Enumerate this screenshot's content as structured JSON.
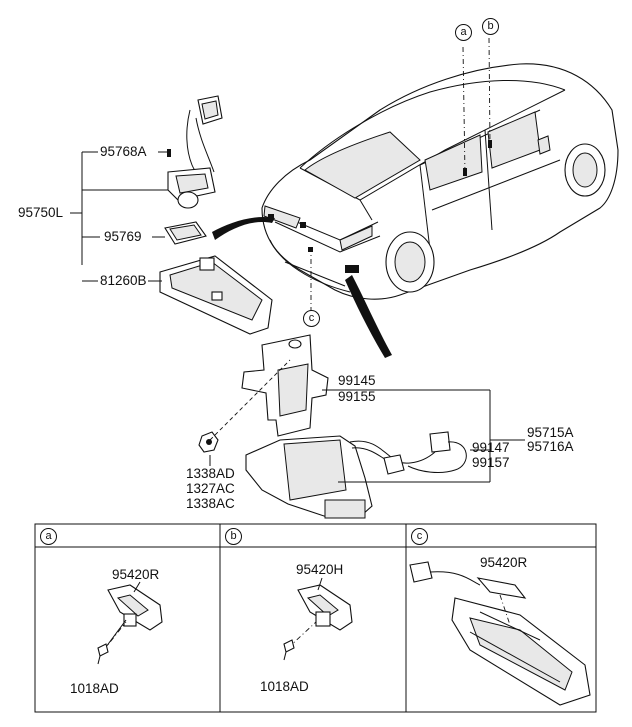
{
  "callouts": {
    "a": "a",
    "b": "b",
    "c": "c"
  },
  "parts": {
    "p95768A": "95768A",
    "p95750L": "95750L",
    "p95769": "95769",
    "p81260B": "81260B",
    "p99145": "99145",
    "p99155": "99155",
    "p95715A": "95715A",
    "p95716A": "95716A",
    "p99147": "99147",
    "p99157": "99157",
    "p1338AD": "1338AD",
    "p1327AC": "1327AC",
    "p1338AC": "1338AC"
  },
  "detail_panels": [
    {
      "tag": "a",
      "part": "95420R",
      "screw": "1018AD"
    },
    {
      "tag": "b",
      "part": "95420H",
      "screw": "1018AD"
    },
    {
      "tag": "c",
      "part": "95420R"
    }
  ]
}
